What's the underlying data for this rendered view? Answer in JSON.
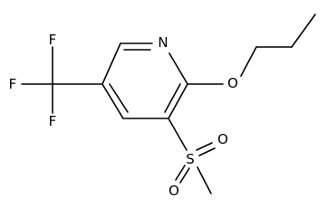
{
  "molecule": {
    "atoms": {
      "n1": "N",
      "o_ether": "O",
      "s": "S",
      "o_s1": "O",
      "o_s2": "O",
      "f1": "F",
      "f2": "F",
      "f3": "F"
    },
    "colors": {
      "bond": "#000000",
      "label": "#000000",
      "background": "#ffffff"
    }
  }
}
